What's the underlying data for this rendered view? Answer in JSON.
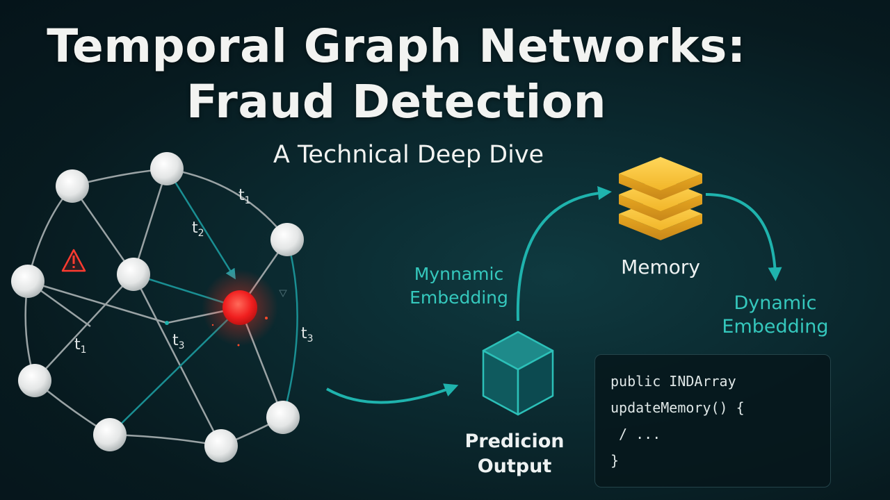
{
  "title": {
    "line1": "Temporal Graph Networks:",
    "line2": "Fraud Detection"
  },
  "subtitle": "A Technical Deep Dive",
  "graph": {
    "edge_labels": [
      {
        "text": "t",
        "sub": "1"
      },
      {
        "text": "t",
        "sub": "2"
      },
      {
        "text": "t",
        "sub": "3"
      },
      {
        "text": "t",
        "sub": "1"
      },
      {
        "text": "t",
        "sub": "3"
      }
    ],
    "fraud_node_color": "#ff3030",
    "warning_icon": "warning-triangle-icon"
  },
  "pipeline": {
    "memory_label": "Memory",
    "embedding_left": [
      "Mynnamic",
      "Embedding"
    ],
    "embedding_right": [
      "Dynamic",
      "Embedding"
    ],
    "prediction": [
      "Predicion",
      "Output"
    ]
  },
  "code": {
    "lines": [
      "public INDArray",
      "updateMemory() {",
      " / ...",
      "}"
    ]
  },
  "colors": {
    "accent": "#1fb3ad",
    "embedding_text": "#35c8bd",
    "memory_gold": "#f0c040",
    "node": "#e8eaea",
    "background": "#0b2a30"
  }
}
